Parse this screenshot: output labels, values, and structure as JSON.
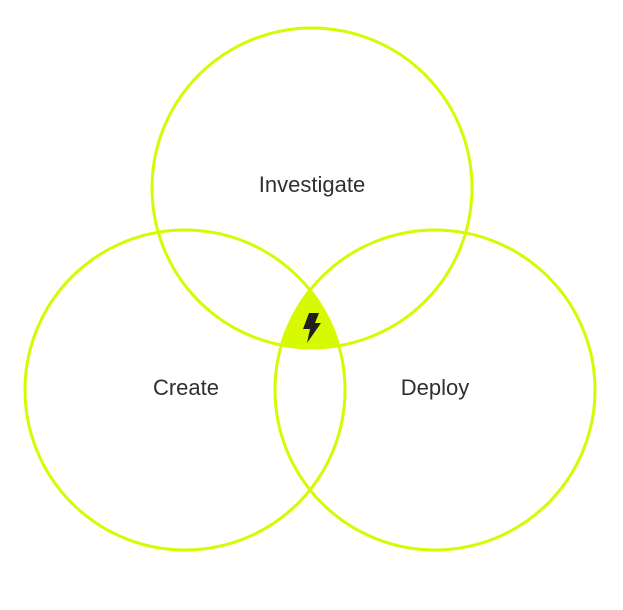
{
  "diagram": {
    "type": "venn",
    "accent_color": "#d7fa00",
    "text_color": "#2f2f2f",
    "icon_color": "#1f1f1f",
    "center_icon": "lightning-bolt-icon",
    "sets": [
      {
        "id": "investigate",
        "label": "Investigate"
      },
      {
        "id": "create",
        "label": "Create"
      },
      {
        "id": "deploy",
        "label": "Deploy"
      }
    ]
  }
}
